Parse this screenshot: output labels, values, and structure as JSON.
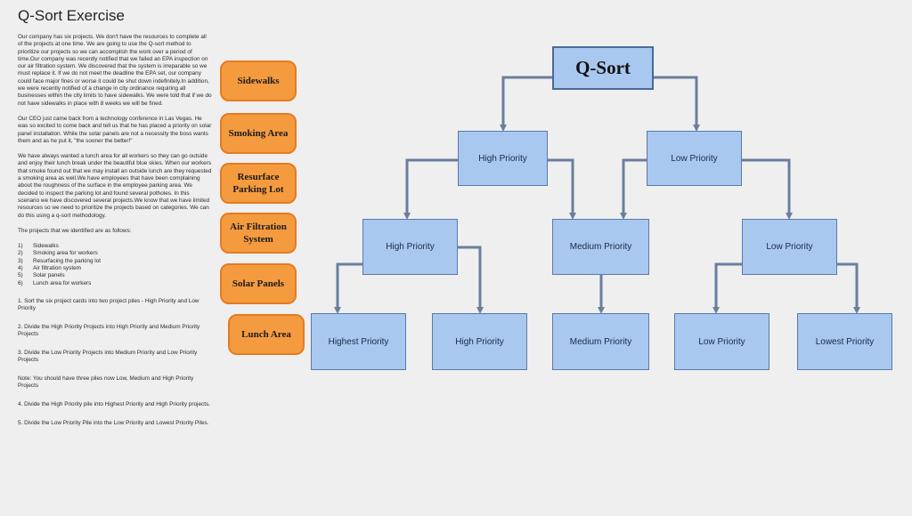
{
  "title": "Q-Sort Exercise",
  "intro": {
    "p1": "Our company has six projects.  We don't have the resources to complete all of the projects at one time.  We are going to use the Q-sort method to prioritize our projects so we can accomplish the work over a period of time.Our company was recently notified that we failed an EPA inspection on our air filtration system.  We discovered that the system is irreparable so we must replace it.  If we do not meet the deadline the EPA set, our company could face major fines or worse it could be shut down indefinitely.In addition, we were recently notified of a change in city ordinance requiring all businesses within the city limits to have sidewalks.  We were told that if we do not have sidewalks in place with 8 weeks we will be fined.",
    "p2": "Our CEO just came back from a technology conference in Las Vegas. He was so excited to come back and tell us that he has placed a priority on solar panel installation.  While the solar panels are not a necessity the boss wants them and as he put it, \"the sooner the better!\"",
    "p3": "We have always wanted a lunch area for all workers so they can go outside and enjoy their lunch break under the beautiful blue skies.  When our workers that smoke found out that we may install an outside lunch are they requested a smoking area as well.We have employees that have been complaining about the roughness of the surface in the employee parking area.  We decided to inspect the parking lot and found several potholes.  In this scenario we have discovered several projects.We know that we have limited resources so we need to prioritize the projects based on categories.  We can do this using a q-sort methodology.",
    "p4": "The projects that we identified are as follows:"
  },
  "projects": [
    {
      "num": "1)",
      "label": "Sidewalks"
    },
    {
      "num": "2)",
      "label": "Smoking area for workers"
    },
    {
      "num": "3)",
      "label": "Resurfacing the parking lot"
    },
    {
      "num": "4)",
      "label": "Air filtration system"
    },
    {
      "num": "5)",
      "label": "Solar panels"
    },
    {
      "num": "6)",
      "label": "Lunch area for workers"
    }
  ],
  "steps": [
    "1. Sort the six project cards into two project piles - High Priority and Low Priority",
    "2. Divide the High Priority Projects into High Priority and Medium Priority Projects",
    "3. Divide the Low Priority Projects into Medium Priority and Low Priority Projects",
    "Note: You should have three piles now Low, Medium and High Priority Projects",
    "4. Divide the High Priority pile into Highest Priority and High Priority projects.",
    "5. Divide the Low Priority Pile into the Low Priority and Lowest Priority Piles."
  ],
  "cards": [
    "Sidewalks",
    "Smoking Area",
    "Resurface Parking Lot",
    "Air Filtration System",
    "Solar Panels",
    "Lunch Area"
  ],
  "diagram": {
    "root": "Q-Sort",
    "level1": [
      "High Priority",
      "Low Priority"
    ],
    "level2": [
      "High Priority",
      "Medium Priority",
      "Low Priority"
    ],
    "level3": [
      "Highest Priority",
      "High Priority",
      "Medium Priority",
      "Low Priority",
      "Lowest Priority"
    ]
  },
  "colors": {
    "card": "#f59b3f",
    "card_border": "#e57b20",
    "box": "#a8c8f0",
    "box_border": "#5a7aa8",
    "arrow": "#6a7f9e"
  }
}
